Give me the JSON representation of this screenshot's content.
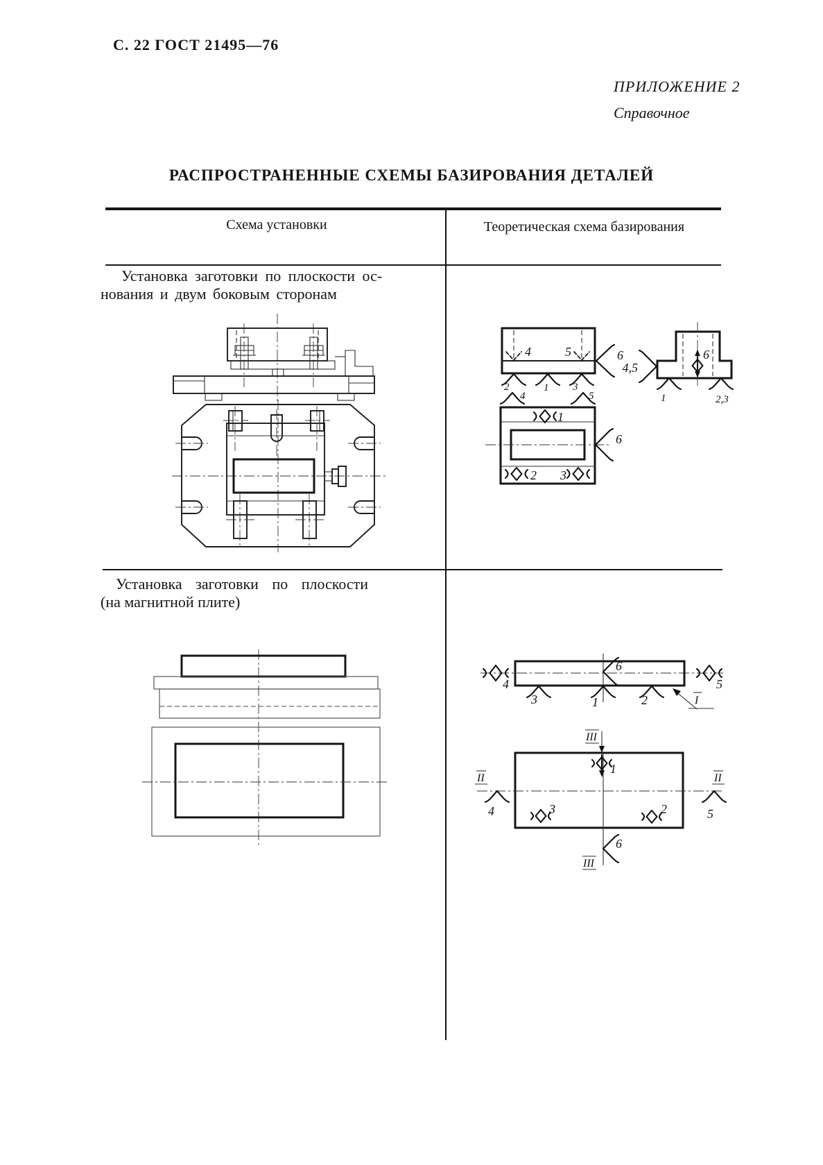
{
  "page": {
    "header_left": "С. 22 ГОСТ 21495—76",
    "appendix": "ПРИЛОЖЕНИЕ 2",
    "appendix_note": "Справочное",
    "title": "РАСПРОСТРАНЕННЫЕ СХЕМЫ БАЗИРОВАНИЯ ДЕТАЛЕЙ"
  },
  "table": {
    "header_left": "Схема установки",
    "header_right": "Теоретическая схема базирования",
    "row1": {
      "caption_line1": "Установка заготовки по плоскости ос-",
      "caption_line2": "нования и двум боковым сторонам"
    },
    "row2": {
      "caption_line1": "Установка заготовки по плоскости",
      "caption_line2": "(на магнитной плите)"
    }
  },
  "labels": {
    "r1_front": {
      "p4": "4",
      "p5": "5",
      "p6": "6",
      "p2": "2",
      "p1": "1",
      "p3": "3",
      "p4b": "4",
      "p5b": "5"
    },
    "r1_plan": {
      "p1": "1",
      "p6": "6",
      "p2": "2",
      "p3": "3"
    },
    "r1_side": {
      "p45": "4,5",
      "p6": "6",
      "p1": "1",
      "p23": "2,3"
    },
    "r2_side": {
      "p4": "4",
      "p5": "5",
      "p6": "6",
      "p3": "3",
      "p1": "1",
      "p2": "2",
      "pI": "I",
      "pIII": "III"
    },
    "r2_plan": {
      "pII_left": "II",
      "pII_right": "II",
      "p1": "1",
      "p2": "2",
      "p3": "3",
      "p4": "4",
      "p5": "5",
      "p6": "6",
      "pIII": "III"
    }
  }
}
